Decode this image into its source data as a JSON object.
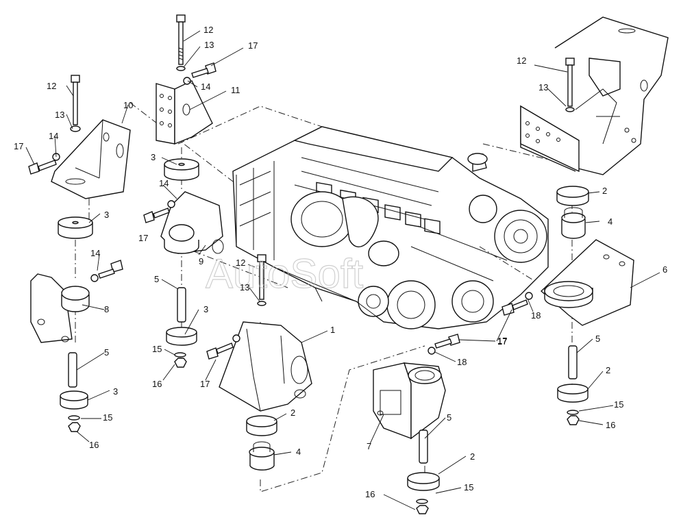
{
  "watermark": "AutoSoft",
  "callouts": [
    {
      "id": "c12a",
      "text": "12"
    },
    {
      "id": "c13a",
      "text": "13"
    },
    {
      "id": "c17a",
      "text": "17"
    },
    {
      "id": "c14a",
      "text": "14"
    },
    {
      "id": "c11",
      "text": "11"
    },
    {
      "id": "c3a",
      "text": "3"
    },
    {
      "id": "c14b",
      "text": "14"
    },
    {
      "id": "c17b",
      "text": "17"
    },
    {
      "id": "c9",
      "text": "9"
    },
    {
      "id": "c5a",
      "text": "5"
    },
    {
      "id": "c3b",
      "text": "3"
    },
    {
      "id": "c15a",
      "text": "15"
    },
    {
      "id": "c16a",
      "text": "16"
    },
    {
      "id": "c17c",
      "text": "17"
    },
    {
      "id": "c12b",
      "text": "12"
    },
    {
      "id": "c13b",
      "text": "13"
    },
    {
      "id": "c14c",
      "text": "14"
    },
    {
      "id": "c17d",
      "text": "17"
    },
    {
      "id": "c10",
      "text": "10"
    },
    {
      "id": "c3c",
      "text": "3"
    },
    {
      "id": "c14d",
      "text": "14"
    },
    {
      "id": "c8",
      "text": "8"
    },
    {
      "id": "c5b",
      "text": "5"
    },
    {
      "id": "c3d",
      "text": "3"
    },
    {
      "id": "c15b",
      "text": "15"
    },
    {
      "id": "c16b",
      "text": "16"
    },
    {
      "id": "c12c",
      "text": "12"
    },
    {
      "id": "c13c",
      "text": "13"
    },
    {
      "id": "c1",
      "text": "1"
    },
    {
      "id": "c2a",
      "text": "2"
    },
    {
      "id": "c4a",
      "text": "4"
    },
    {
      "id": "c17e",
      "text": "17"
    },
    {
      "id": "c18a",
      "text": "18"
    },
    {
      "id": "c7",
      "text": "7"
    },
    {
      "id": "c5c",
      "text": "5"
    },
    {
      "id": "c2b",
      "text": "2"
    },
    {
      "id": "c15c",
      "text": "15"
    },
    {
      "id": "c16c",
      "text": "16"
    },
    {
      "id": "c12d",
      "text": "12"
    },
    {
      "id": "c13d",
      "text": "13"
    },
    {
      "id": "c2c",
      "text": "2"
    },
    {
      "id": "c4b",
      "text": "4"
    },
    {
      "id": "c6",
      "text": "6"
    },
    {
      "id": "c18b",
      "text": "18"
    },
    {
      "id": "c17f",
      "text": "17"
    },
    {
      "id": "c5d",
      "text": "5"
    },
    {
      "id": "c2d",
      "text": "2"
    },
    {
      "id": "c15d",
      "text": "15"
    },
    {
      "id": "c16d",
      "text": "16"
    }
  ]
}
